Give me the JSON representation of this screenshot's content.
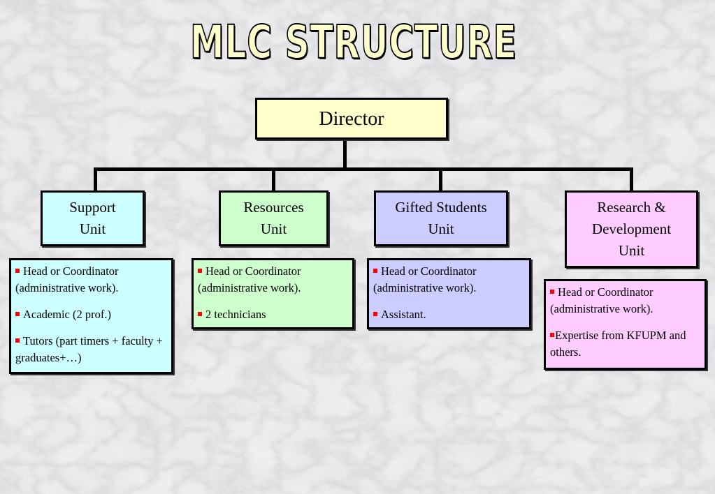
{
  "title": "MLC STRUCTURE",
  "director": "Director",
  "units": [
    {
      "name_lines": [
        "Support",
        "Unit"
      ],
      "color": "#ccffff",
      "items": [
        "Head or Coordinator (administrative work).",
        "Academic (2 prof.)",
        "Tutors (part timers + faculty + graduates+…)"
      ]
    },
    {
      "name_lines": [
        "Resources",
        "Unit"
      ],
      "color": "#ccffcc",
      "items": [
        "Head or Coordinator (administrative work).",
        "2 technicians"
      ]
    },
    {
      "name_lines": [
        "Gifted Students",
        "Unit"
      ],
      "color": "#ccccff",
      "items": [
        "Head or Coordinator (administrative work).",
        "Assistant."
      ]
    },
    {
      "name_lines": [
        "Research &",
        "Development",
        "Unit"
      ],
      "color": "#ffccff",
      "items": [
        "Head or Coordinator (administrative work).",
        "Expertise from KFUPM and others."
      ]
    }
  ],
  "colors": {
    "director": "#ffffcc",
    "title_fill": "#ffffcc",
    "bullet": "#ff0000",
    "background": "#d9d9d9"
  }
}
